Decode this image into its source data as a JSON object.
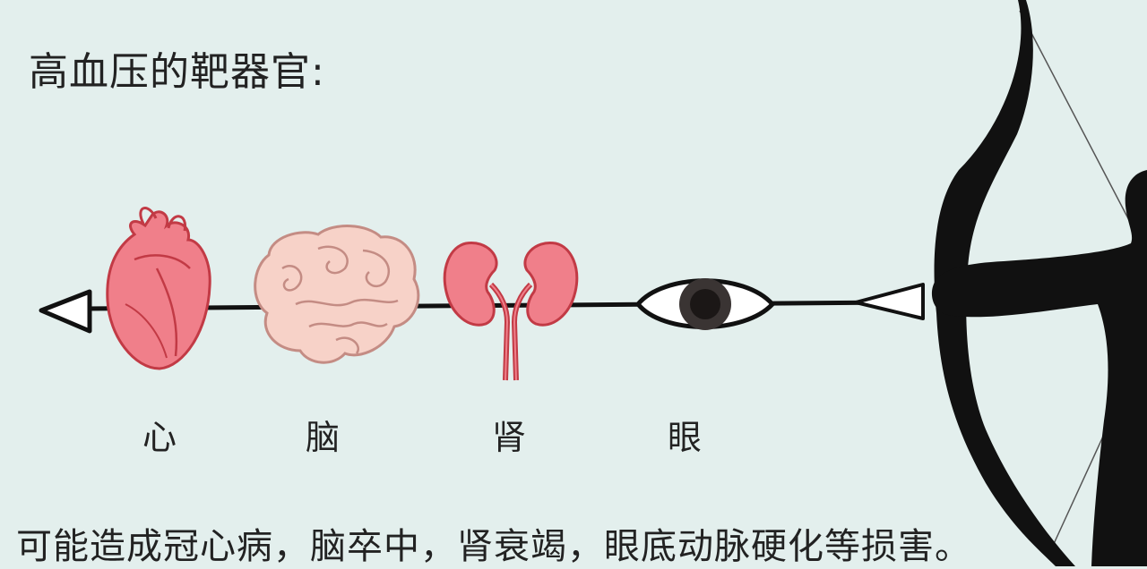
{
  "title": "高血压的靶器官:",
  "organs": [
    {
      "label": "心",
      "icon": "heart-icon"
    },
    {
      "label": "脑",
      "icon": "brain-icon"
    },
    {
      "label": "肾",
      "icon": "kidney-icon"
    },
    {
      "label": "眼",
      "icon": "eye-icon"
    }
  ],
  "caption": "可能造成冠心病，脑卒中，肾衰竭，眼底动脉硬化等损害。",
  "colors": {
    "background": "#e3efed",
    "organ_red": "#f07f8a",
    "organ_outline": "#c23a45",
    "brain_fill": "#f7d2c8",
    "silhouette": "#111111"
  }
}
